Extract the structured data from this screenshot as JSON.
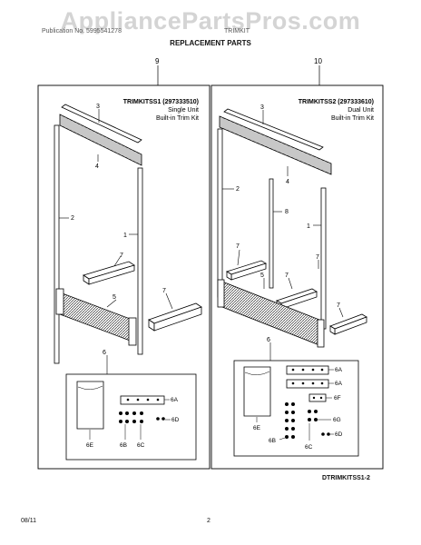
{
  "watermark": "AppliancePartsPros.com",
  "header": {
    "publication": "Publication No. 5995541278",
    "model": "TRIMKIT",
    "title": "REPLACEMENT PARTS"
  },
  "panels": [
    {
      "callout": "9",
      "kit": "TRIMKITSS1 (297333510)",
      "type": "Single Unit",
      "desc": "Built-in Trim Kit"
    },
    {
      "callout": "10",
      "kit": "TRIMKITSS2 (297333610)",
      "type": "Dual Unit",
      "desc": "Built-in Trim Kit"
    }
  ],
  "labels": {
    "l1": "1",
    "l2": "2",
    "l3": "3",
    "l4": "4",
    "l5": "5",
    "l6": "6",
    "l7": "7",
    "l8": "8",
    "l6a": "6A",
    "l6b": "6B",
    "l6c": "6C",
    "l6d": "6D",
    "l6e": "6E",
    "l6f": "6F",
    "l6g": "6G"
  },
  "footer": {
    "date": "08/11",
    "page": "2",
    "diagram_code": "DTRIMKITSS1-2"
  }
}
